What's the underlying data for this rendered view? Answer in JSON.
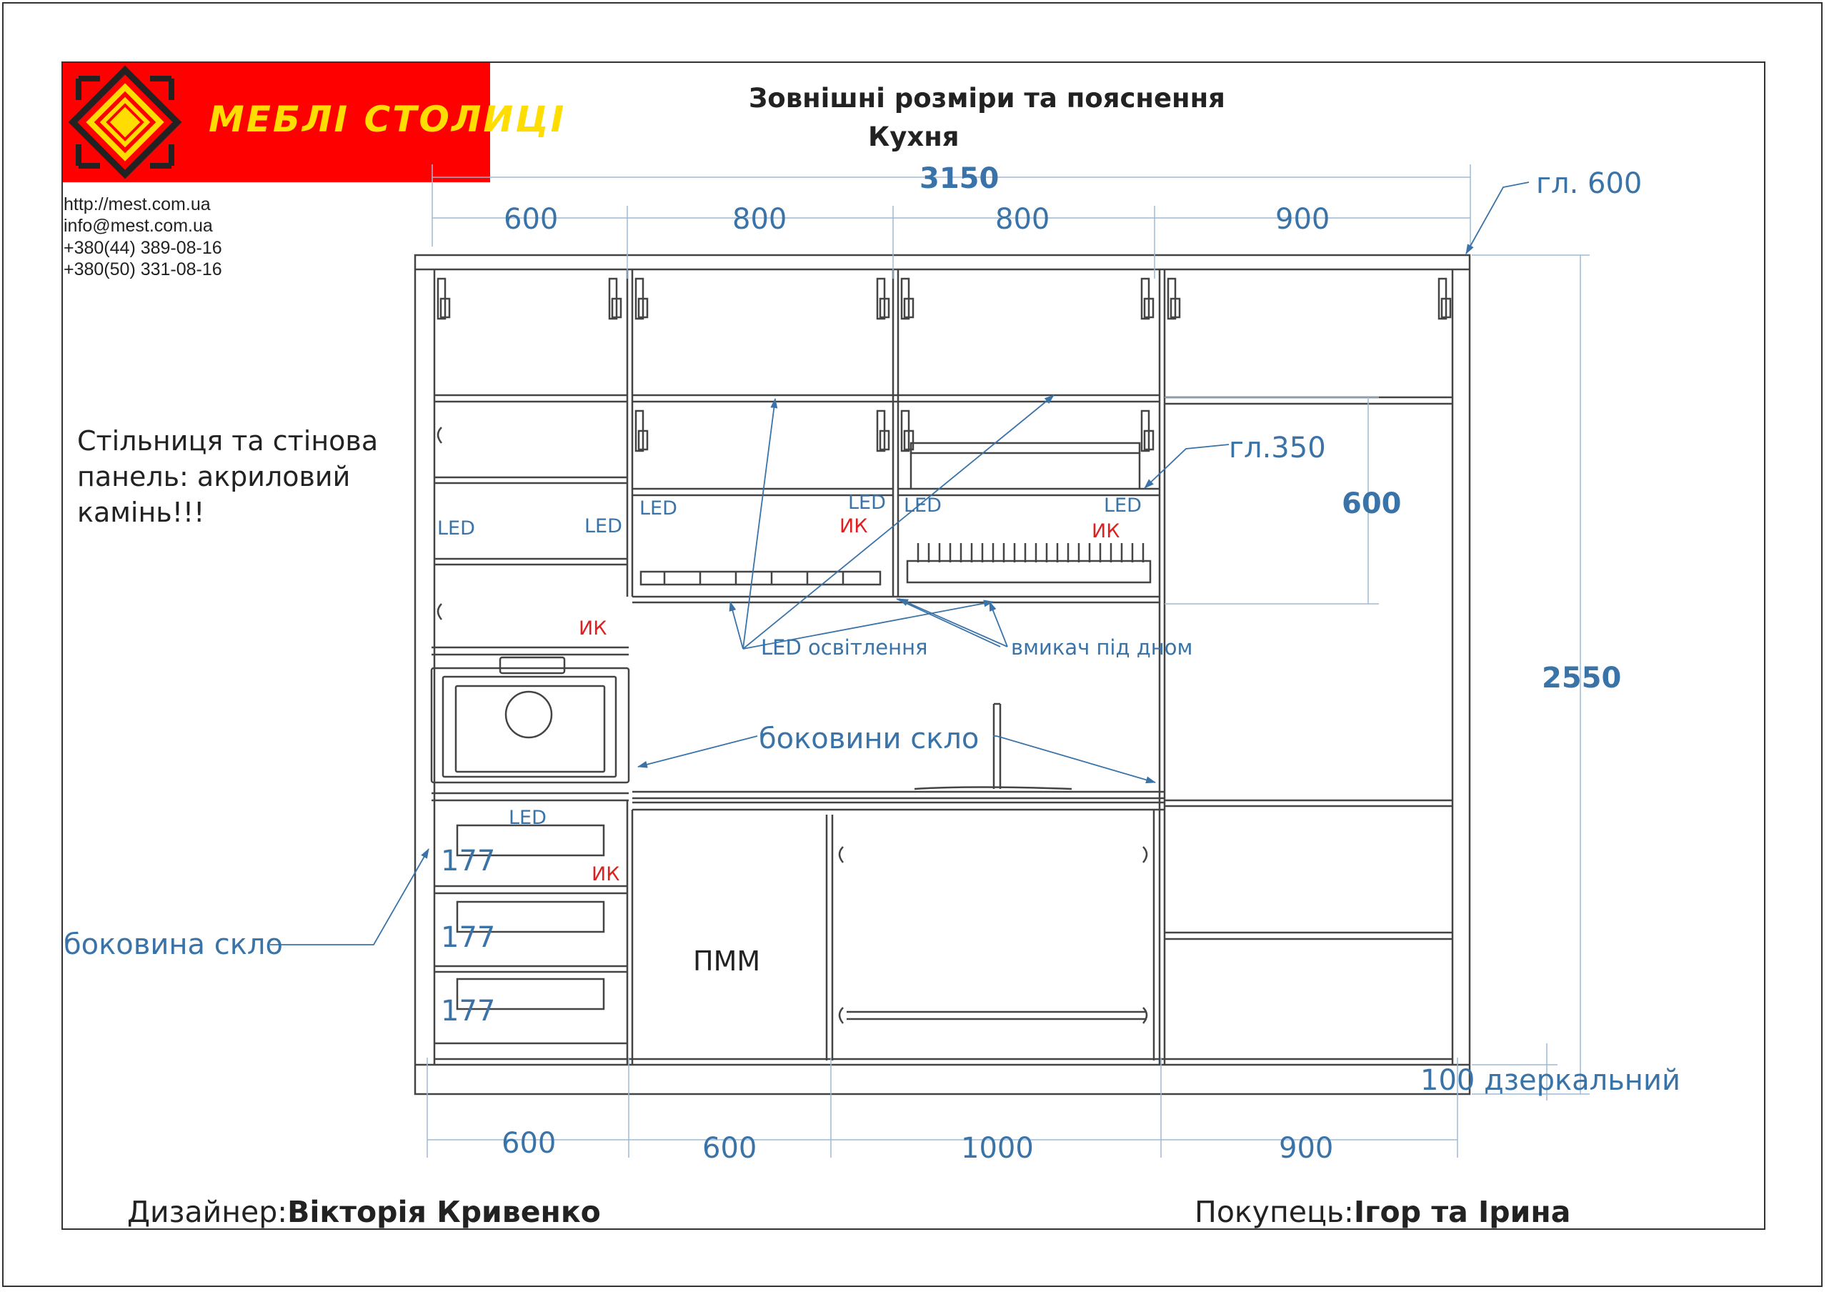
{
  "logo": {
    "brand": "МЕБЛІ СТОЛИЦІ",
    "background": "#ff0000",
    "text_color": "#ffdd00",
    "emblem": "diamond-emblem-icon"
  },
  "contacts": {
    "url": "http://mest.com.ua",
    "email": "info@mest.com.ua",
    "phone1": "+380(44)   389-08-16",
    "phone2": "+380(50)   331-08-16"
  },
  "header": {
    "title": "Зовнішні розміри та пояснення",
    "subtitle": "Кухня"
  },
  "note": {
    "line1": "Стільниця та стінова",
    "line2": "панель: акриловий",
    "line3": "камінь!!!"
  },
  "dimensions": {
    "total_width": "3150",
    "depth_top": "гл. 600",
    "top_widths": [
      "600",
      "800",
      "800",
      "900"
    ],
    "bottom_widths": [
      "600",
      "600",
      "1000",
      "900"
    ],
    "total_height": "2550",
    "shelf_height": "600",
    "shelf_depth": "гл.350",
    "plinth": "100 дзеркальний",
    "drawer_heights": [
      "177",
      "177",
      "177"
    ]
  },
  "labels": {
    "led": "LED",
    "ik": "ИК",
    "led_lighting": "LED освітлення",
    "switch": "вмикач під дном",
    "glass_sides": "боковини скло",
    "glass_side": "боковина скло",
    "dishwasher": "ПММ"
  },
  "footer": {
    "designer_label": "Дизайнер:",
    "designer_name": "Вікторія Кривенко",
    "customer_label": "Покупець:",
    "customer_name": "Ігор та Ірина"
  },
  "colors": {
    "dimension": "#3a73a8",
    "ink": "#444444",
    "accent_red": "#e02020"
  }
}
